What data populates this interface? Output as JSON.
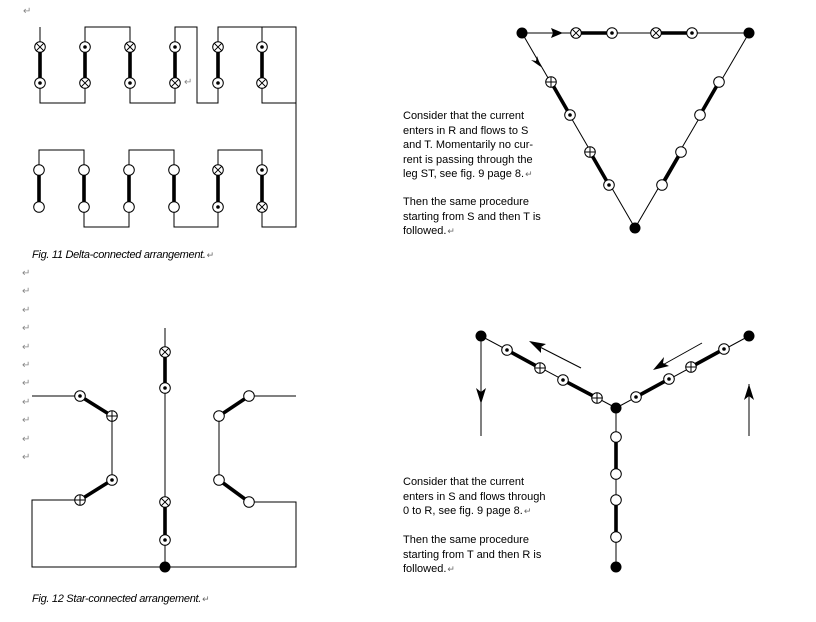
{
  "fig11": {
    "caption": "Fig. 11 Delta-connected arrangement."
  },
  "fig12": {
    "caption": "Fig. 12 Star-connected arrangement."
  },
  "delta_text": {
    "lines": [
      "Consider that the current",
      "enters in R and flows to S",
      "and T. Momentarily no cur-",
      "rent is passing through the",
      "leg ST, see fig. 9 page 8."
    ],
    "lines2": [
      "Then the same procedure",
      "starting from S and then T is",
      "followed."
    ]
  },
  "star_text": {
    "lines": [
      "Consider that the current",
      "enters in S and flows through",
      "0 to R, see fig. 9 page 8."
    ],
    "lines2": [
      "Then the same procedure",
      "starting from T and then R is",
      "followed."
    ]
  },
  "para_mark": "↵"
}
